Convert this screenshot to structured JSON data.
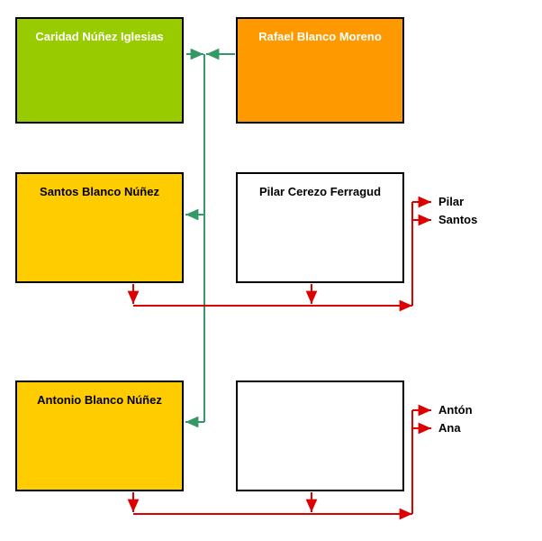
{
  "colors": {
    "green_box": "#99cc00",
    "orange_box": "#ff9900",
    "yellow_box": "#ffcc00",
    "white_box": "#ffffff",
    "green_line": "#339966",
    "red_line": "#dd0000"
  },
  "people": {
    "caridad": "Caridad Núñez Iglesias",
    "rafael": "Rafael Blanco Moreno",
    "santos": "Santos Blanco Núñez",
    "pilar": "Pilar Cerezo Ferragud",
    "antonio": "Antonio Blanco Núñez",
    "unknown": ""
  },
  "children": {
    "santos_pilar": [
      "Pilar",
      "Santos"
    ],
    "antonio_unknown": [
      "Antón",
      "Ana"
    ]
  }
}
